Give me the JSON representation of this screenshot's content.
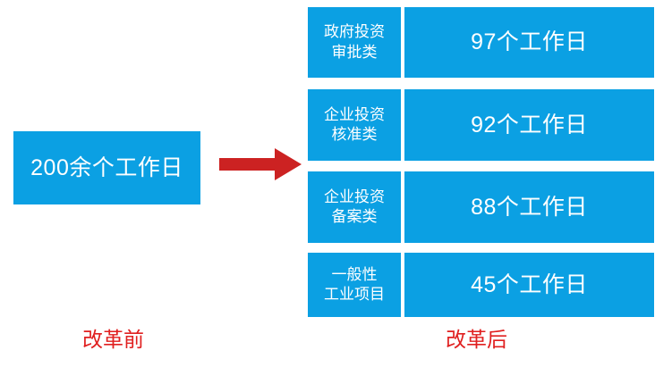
{
  "colors": {
    "box_blue": "#0BA0E3",
    "arrow_red": "#CC2222",
    "caption_red": "#E02020",
    "text_white": "#FFFFFF",
    "background": "#FFFFFF"
  },
  "before": {
    "value_label": "200余个工作日",
    "caption": "改革前"
  },
  "after": {
    "caption": "改革后",
    "rows": [
      {
        "category": "政府投资\n审批类",
        "category_line1": "政府投资",
        "category_line2": "审批类",
        "value": "97个工作日",
        "days": 97
      },
      {
        "category": "企业投资\n核准类",
        "category_line1": "企业投资",
        "category_line2": "核准类",
        "value": "92个工作日",
        "days": 92
      },
      {
        "category": "企业投资\n备案类",
        "category_line1": "企业投资",
        "category_line2": "备案类",
        "value": "88个工作日",
        "days": 88
      },
      {
        "category": "一般性\n工业项目",
        "category_line1": "一般性",
        "category_line2": "工业项目",
        "value": "45个工作日",
        "days": 45
      }
    ]
  },
  "arrow": {
    "icon": "right-arrow-icon",
    "direction": "right"
  }
}
